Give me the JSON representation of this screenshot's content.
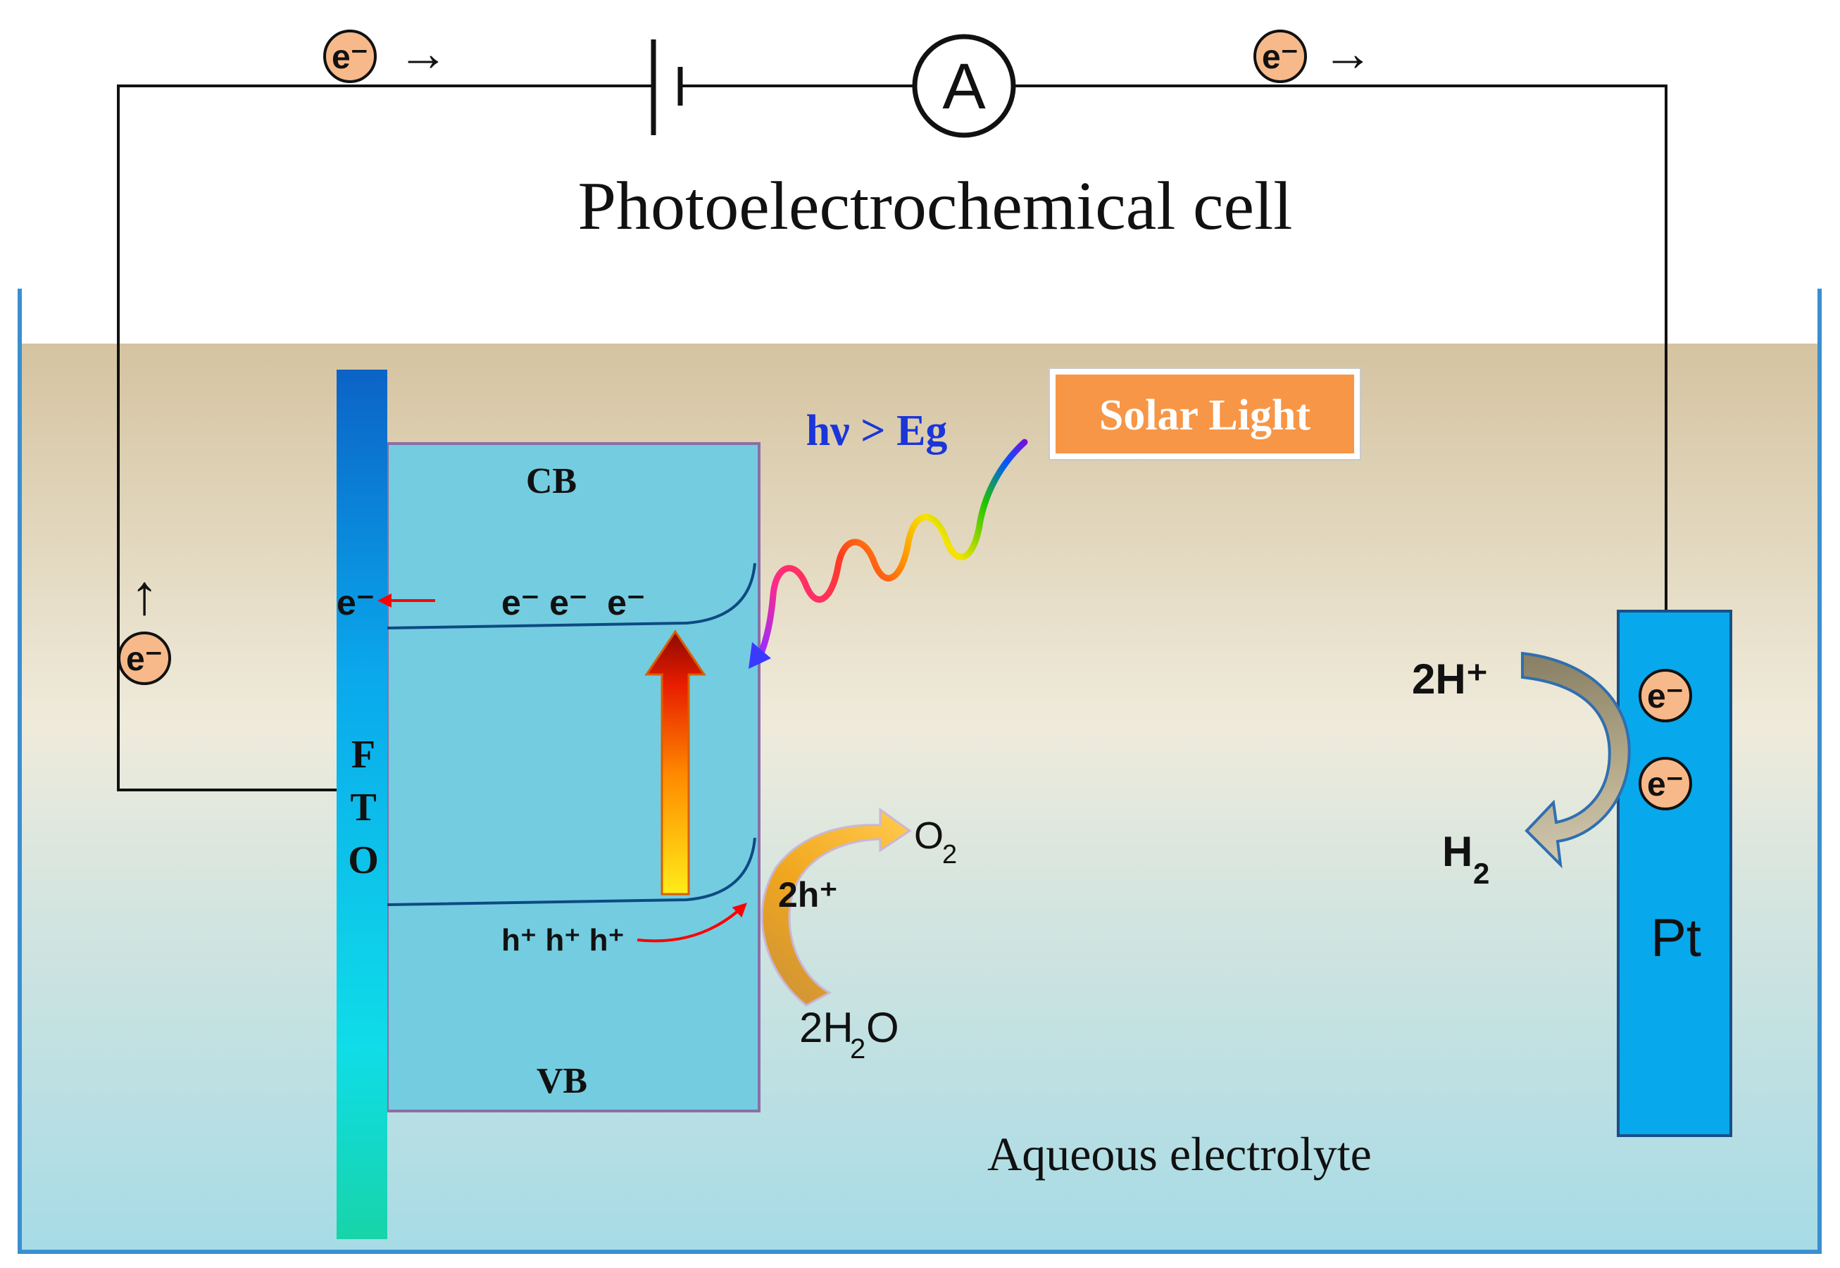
{
  "title": "Photoelectrochemical cell",
  "circuit": {
    "electron_symbol": "e⁻",
    "arrow_right": "→",
    "arrow_up": "↑",
    "ammeter_label": "A"
  },
  "fto": {
    "letters": [
      "F",
      "T",
      "O"
    ],
    "electron_label": "e⁻"
  },
  "semiconductor": {
    "cb_label": "CB",
    "vb_label": "VB",
    "electrons": "e⁻ e⁻  e⁻",
    "holes": "h⁺ h⁺ h⁺"
  },
  "light": {
    "condition": "hν > Eg",
    "source_label": "Solar Light"
  },
  "oxidation": {
    "holes": "2h⁺",
    "reactant": "2H",
    "reactant_sub": "2",
    "reactant_tail": "O",
    "product": "O",
    "product_sub": "2"
  },
  "reduction": {
    "reactant": "2H⁺",
    "product": "H",
    "product_sub": "2",
    "electrode_label": "Pt",
    "electron_symbol": "e⁻"
  },
  "electrolyte_label": "Aqueous electrolyte",
  "colors": {
    "electrolyte_top": "#d5c3a0",
    "electrolyte_mid": "#efebdb",
    "electrolyte_bottom": "#a6dbe6",
    "semiconductor": "#74cce0",
    "electrode": "#08a8ec",
    "electron_ball": "#f7b98a",
    "light_condition": "#1a35d8",
    "solar_box": "#f79646",
    "red_arrow": "#ff0000"
  }
}
